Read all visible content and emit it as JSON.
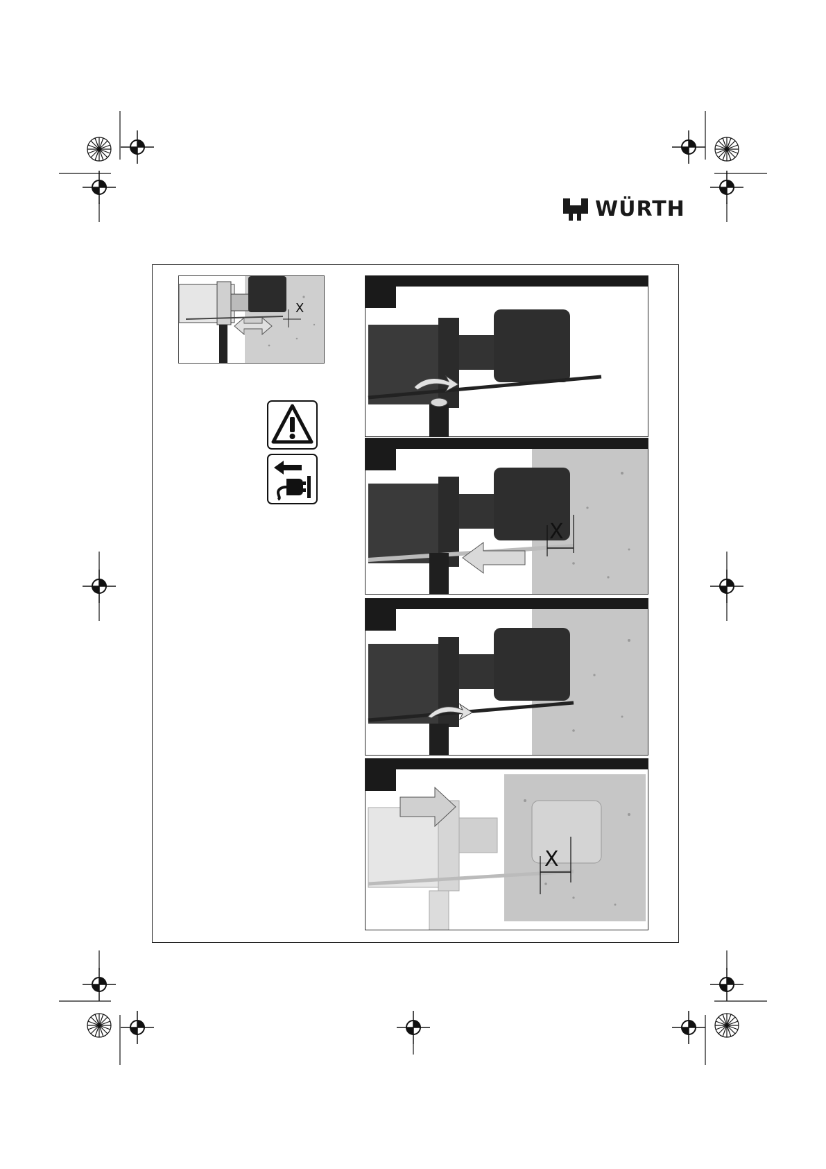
{
  "brand": {
    "name": "WÜRTH"
  },
  "overview": {
    "dimension_label": "X"
  },
  "steps": [
    {
      "x_label": ""
    },
    {
      "x_label": "X"
    },
    {
      "x_label": ""
    },
    {
      "x_label": "X"
    }
  ],
  "icons": [
    "warning-triangle-icon",
    "unplug-power-icon",
    "registration-mark-icon",
    "color-wheel-icon"
  ],
  "colors": {
    "ink": "#1a1a1a",
    "drill_dark": "#3a3a3a",
    "wall": "#b8b8b8",
    "arrow_fill": "#d9d9d9"
  }
}
